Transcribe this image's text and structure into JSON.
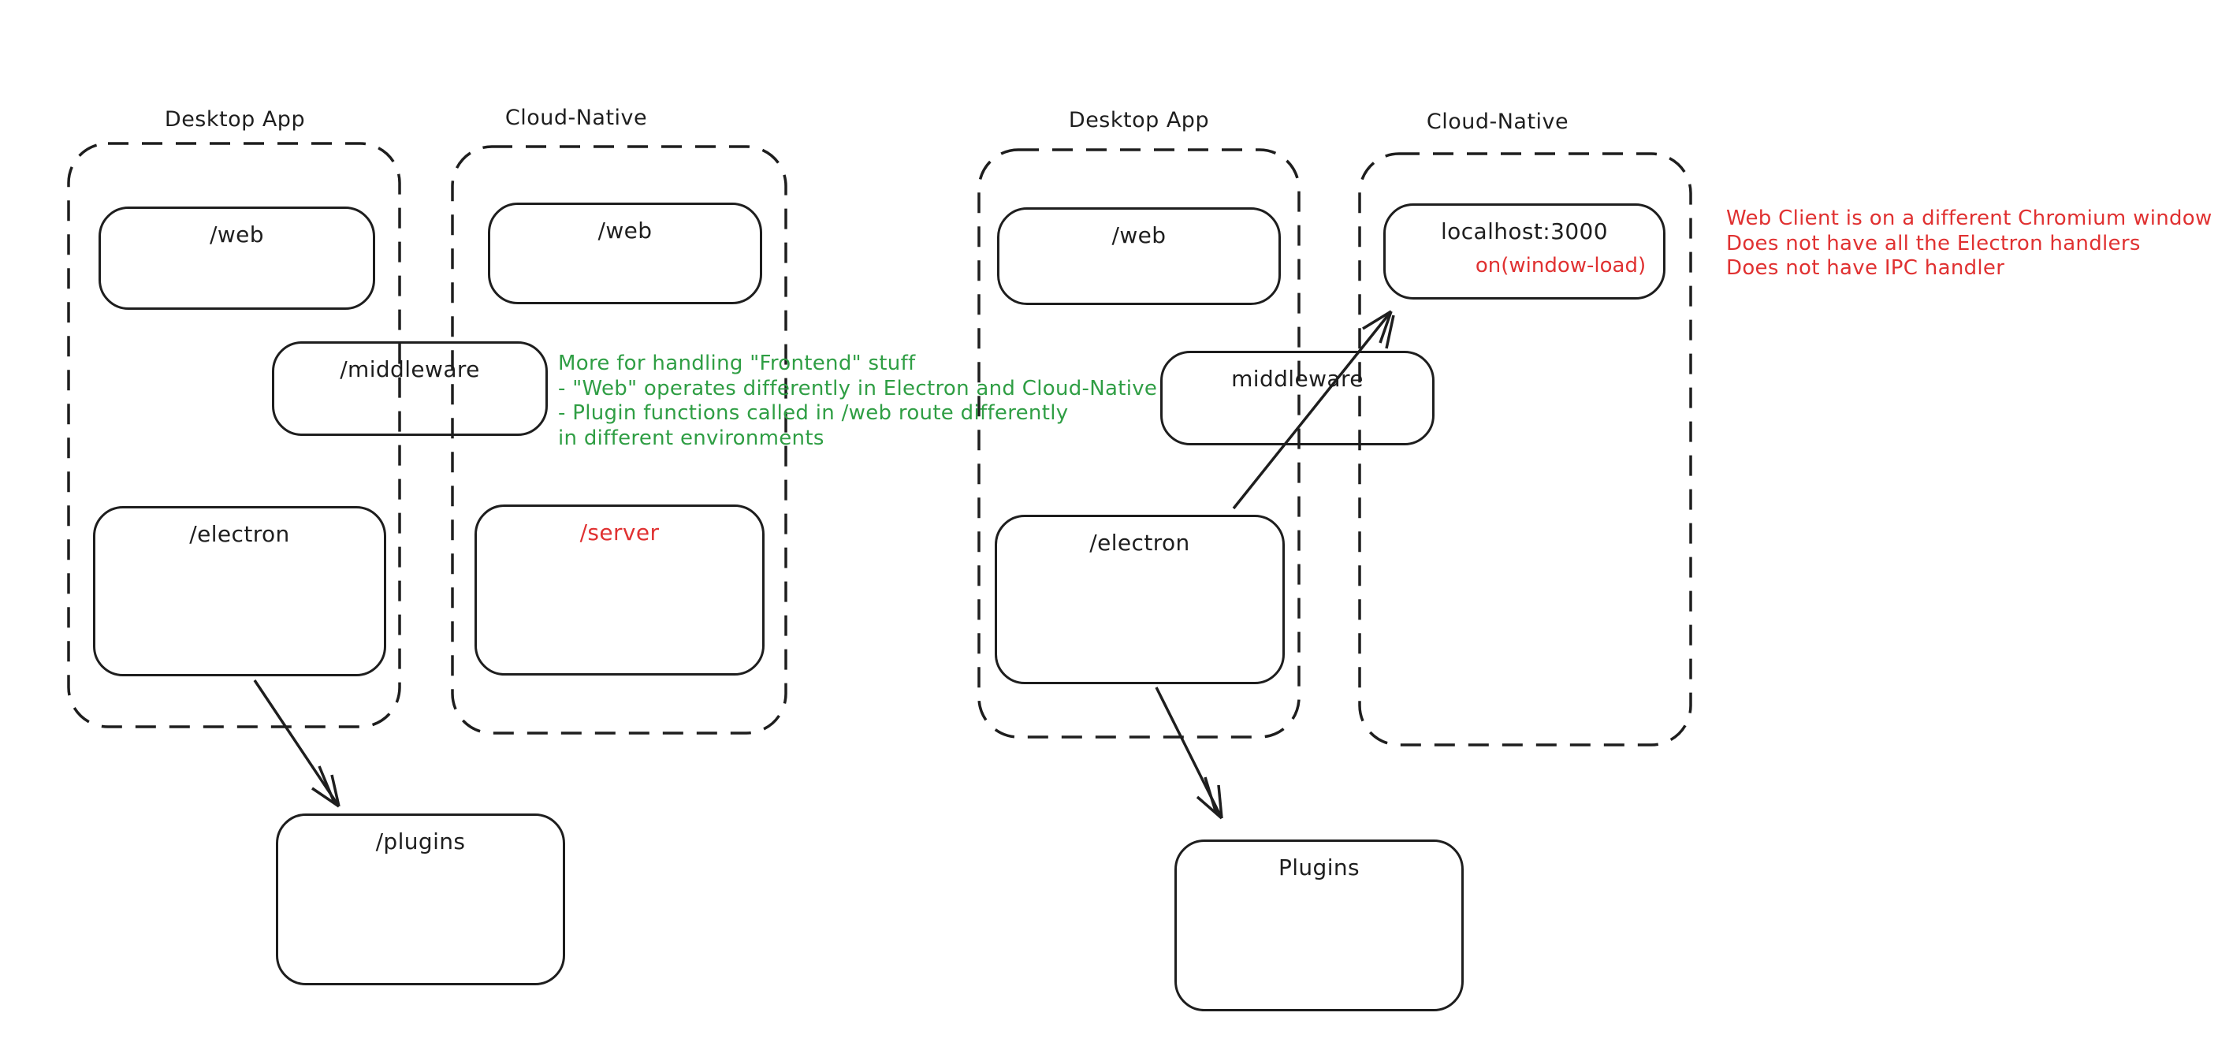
{
  "colors": {
    "stroke": "#1e1e1e",
    "red": "#e03131",
    "green": "#2f9e44",
    "background": "#ffffff"
  },
  "diagram_left": {
    "desktop_group_label": "Desktop App",
    "cloud_group_label": "Cloud-Native",
    "web_desktop": "/web",
    "web_cloud": "/web",
    "middleware": "/middleware",
    "electron": "/electron",
    "server": "/server",
    "plugins": "/plugins",
    "note_green": {
      "line1": "More for handling \"Frontend\" stuff",
      "line2": "- \"Web\" operates differently in Electron and Cloud-Native",
      "line3": "- Plugin functions called in /web route differently",
      "line4": "in different environments"
    }
  },
  "diagram_right": {
    "desktop_group_label": "Desktop App",
    "cloud_group_label": "Cloud-Native",
    "web": "/web",
    "localhost": "localhost:3000",
    "localhost_event": "on(window-load)",
    "middleware": "middleware",
    "electron": "/electron",
    "plugins": "Plugins",
    "note_red": {
      "line1": "Web Client is on a different Chromium window",
      "line2": "Does not have all the Electron handlers",
      "line3": "Does not have IPC handler"
    }
  }
}
